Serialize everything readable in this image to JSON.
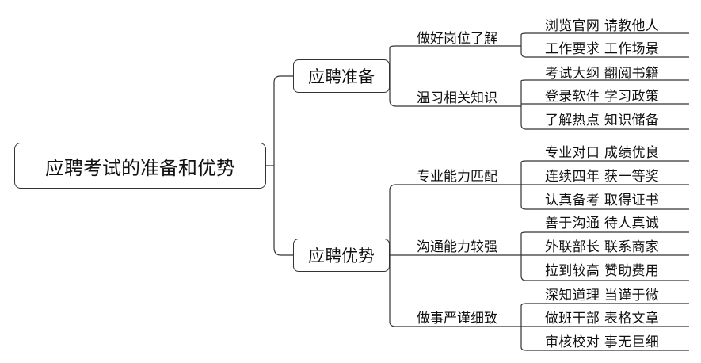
{
  "root": "应聘考试的准备和优势",
  "branches": [
    {
      "label": "应聘准备",
      "children": [
        {
          "label": "做好岗位了解",
          "items": [
            "浏览官网  请教他人",
            "工作要求  工作场景"
          ]
        },
        {
          "label": "温习相关知识",
          "items": [
            "考试大纲  翻阅书籍",
            "登录软件  学习政策",
            "了解热点  知识储备"
          ]
        }
      ]
    },
    {
      "label": "应聘优势",
      "children": [
        {
          "label": "专业能力匹配",
          "items": [
            "专业对口  成绩优良",
            "连续四年  获一等奖",
            "认真备考  取得证书"
          ]
        },
        {
          "label": "沟通能力较强",
          "items": [
            "善于沟通  待人真诚",
            "外联部长  联系商家",
            "拉到较高  赞助费用"
          ]
        },
        {
          "label": "做事严谨细致",
          "items": [
            "深知道理  当谨于微",
            "做班干部  表格文章",
            "审核校对  事无巨细"
          ]
        }
      ]
    }
  ]
}
